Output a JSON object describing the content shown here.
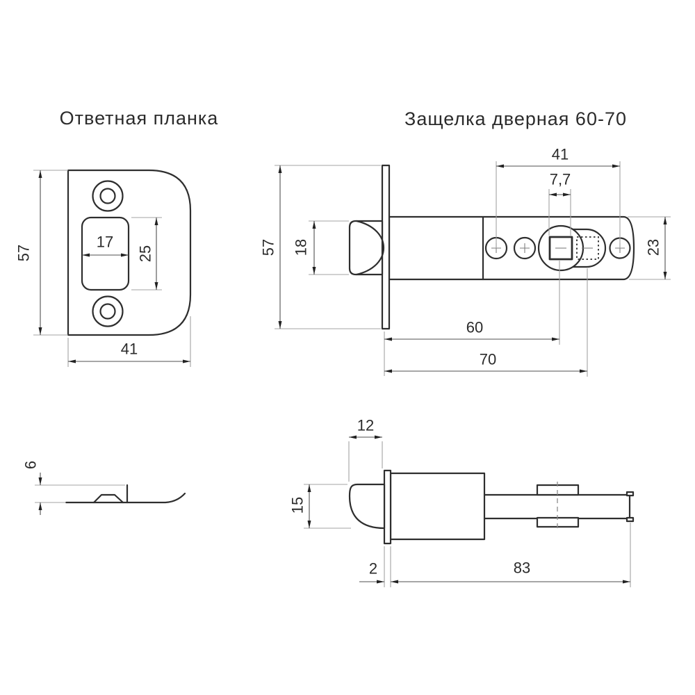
{
  "colors": {
    "background": "#ffffff",
    "object_line": "#2e2e2e",
    "dimension_line": "#4f4f4f",
    "extension_line": "#a3a3a3",
    "text": "#2b2b2b"
  },
  "titles": {
    "left": "Ответная планка",
    "right": "Защелка дверная 60-70"
  },
  "strike_front": {
    "height": "57",
    "width": "41",
    "slot_width": "17",
    "slot_height": "25"
  },
  "latch_front": {
    "faceplate_height": "57",
    "bolt_height": "18",
    "hole_span": "41",
    "spindle_square": "7,7",
    "body_height": "23",
    "backset_short": "60",
    "backset_long": "70"
  },
  "strike_side": {
    "flange_height": "6"
  },
  "latch_side": {
    "bolt_throw": "12",
    "bolt_height": "15",
    "faceplate_thickness": "2",
    "body_length": "83"
  }
}
